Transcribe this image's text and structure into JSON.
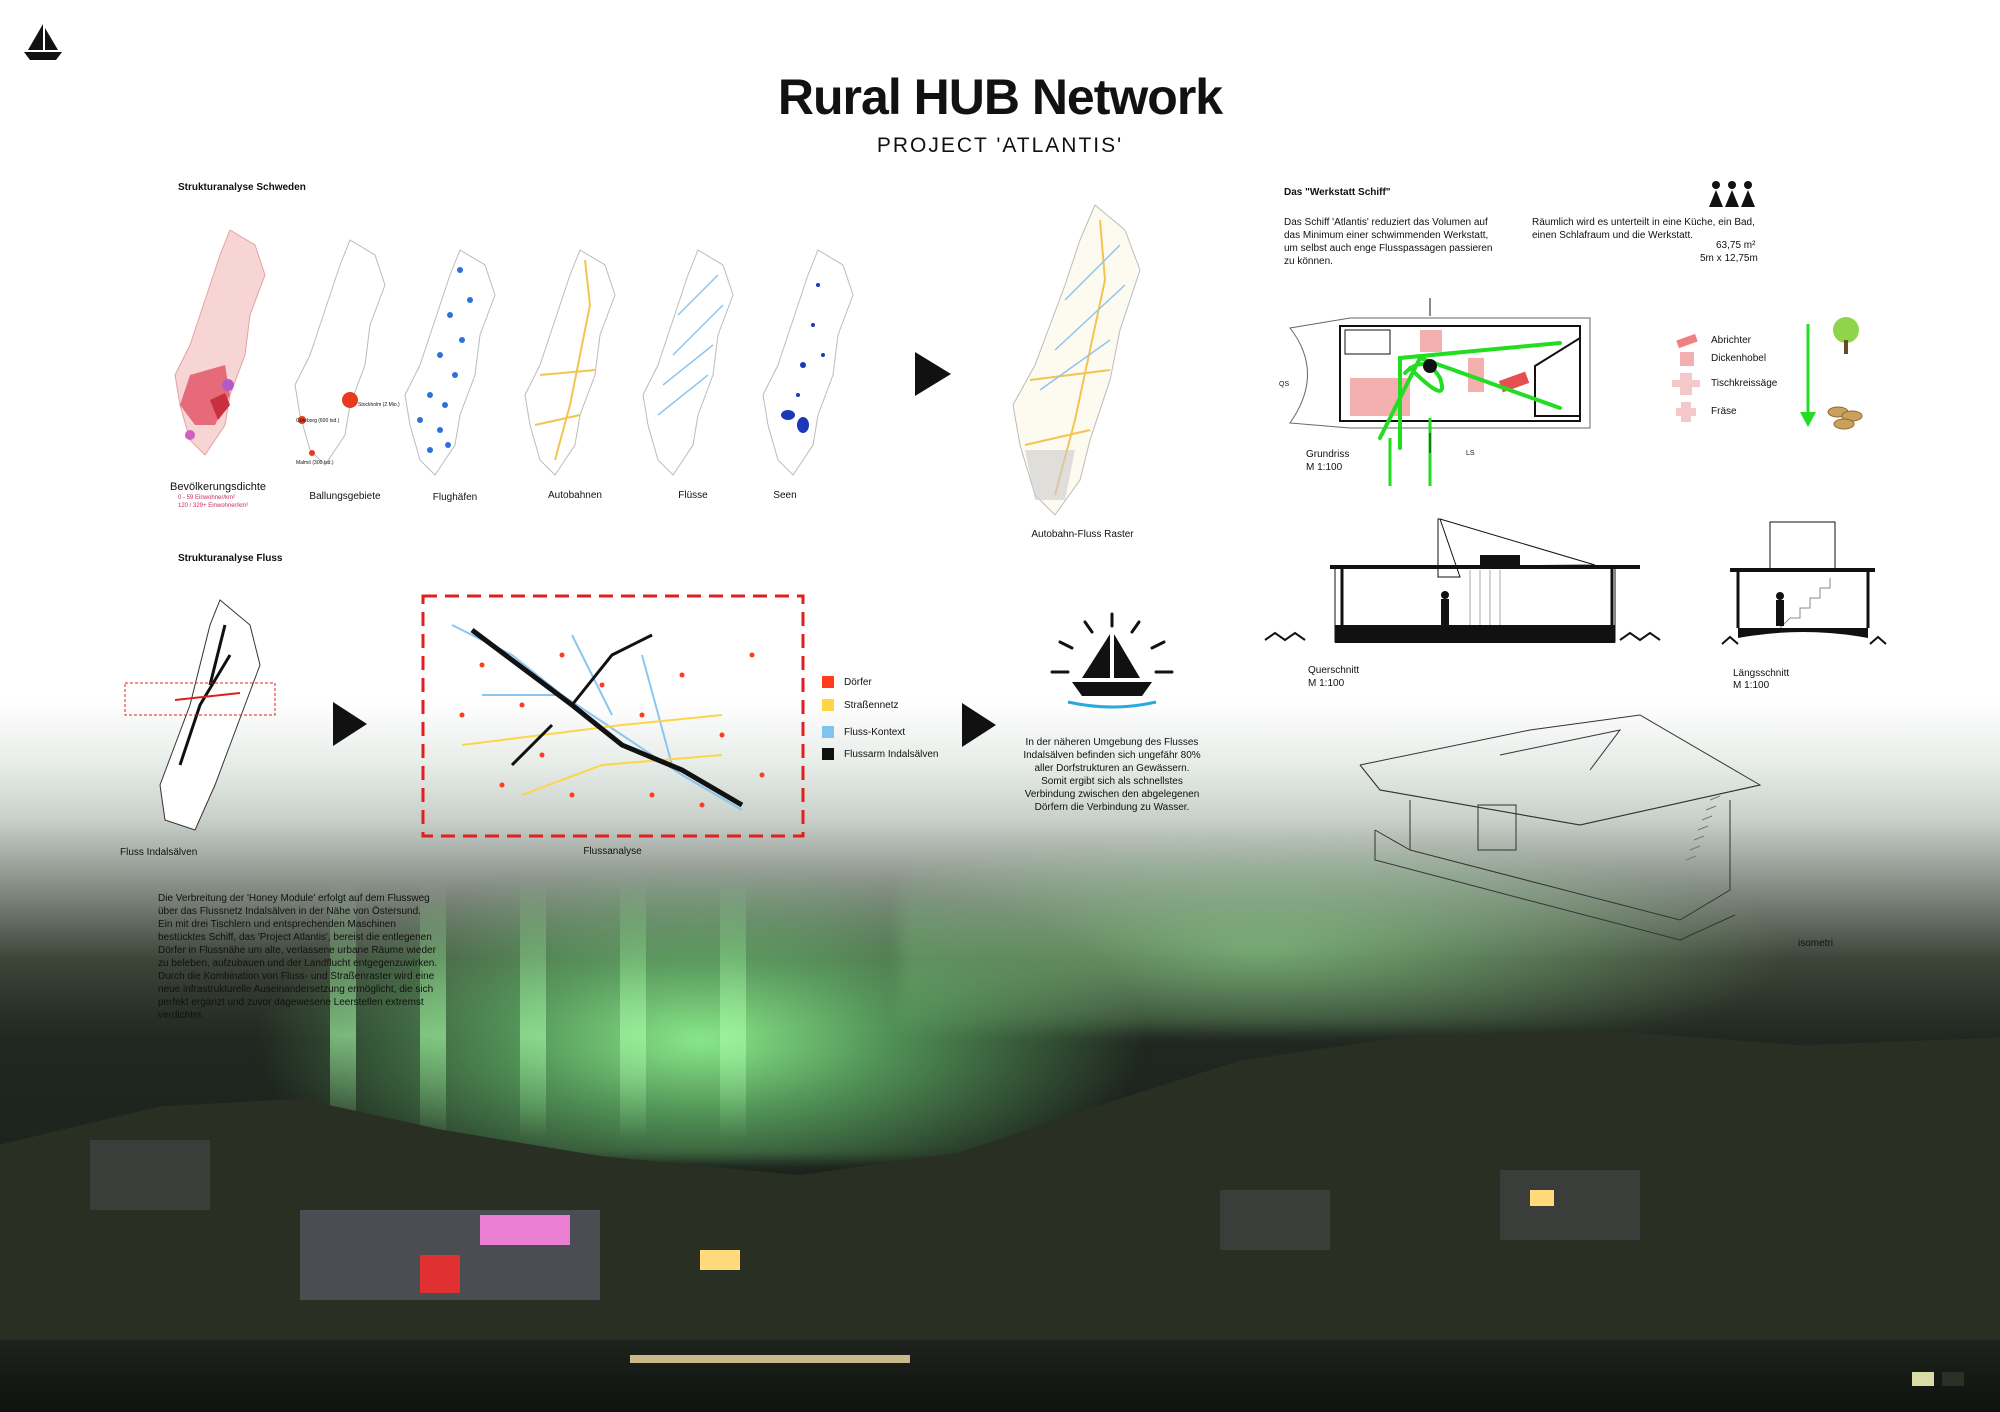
{
  "poster": {
    "title": "Rural HUB Network",
    "subtitle": "PROJECT 'ATLANTIS'"
  },
  "sweden_analysis": {
    "heading": "Strukturanalyse Schweden",
    "maps": [
      {
        "label": "Bevölkerungsdichte"
      },
      {
        "label": "Ballungsgebiete"
      },
      {
        "label": "Flughäfen"
      },
      {
        "label": "Autobahnen"
      },
      {
        "label": "Flüsse"
      },
      {
        "label": "Seen"
      }
    ],
    "density_legend": [
      "0 - 59 Einwohner/km²",
      "120 / 329+ Einwohner/km²"
    ],
    "city_labels": [
      "Stockholm (2 Mio.)",
      "Göteborg (600 tsd.)",
      "Malmö (300 tsd.)"
    ],
    "result_caption": "Autobahn-Fluss Raster"
  },
  "river_analysis": {
    "heading": "Strukturanalyse Fluss",
    "river_caption": "Fluss Indalsälven",
    "analysis_caption": "Flussanalyse",
    "legend": [
      {
        "label": "Dörfer",
        "color": "#ff3b1a"
      },
      {
        "label": "Straßennetz",
        "color": "#ffd447"
      },
      {
        "label": "Fluss-Kontext",
        "color": "#7fc3ef"
      },
      {
        "label": "Flussarm Indalsälven",
        "color": "#111111"
      }
    ],
    "boat_text": "In der näheren Umgebung des Flusses Indalsälven befinden sich ungefähr 80% aller Dorfstrukturen an Gewässern. Somit ergibt sich als schnellstes Verbindung zwischen den abgelegenen Dörfern die Verbindung zu Wasser."
  },
  "description": "Die Verbreitung der 'Honey Module' erfolgt auf dem Flussweg über das Flussnetz Indalsälven in der Nähe von Östersund. Ein mit drei Tischlern und entsprechenden Maschinen bestücktes Schiff, das 'Project Atlantis', bereist die entlegenen Dörfer in Flussnähe um alte, verlassene urbane Räume wieder zu beleben, aufzubauen und der Landflucht entgegenzuwirken. Durch die Kombination von Fluss- und Straßenraster wird eine neue infrastrukturelle Auseinandersetzung ermöglicht, die sich perfekt ergänzt und zuvor dagewesene Leerstellen extremst verdichtet.",
  "werkstatt": {
    "heading": "Das \"Werkstatt Schiff\"",
    "text_left": "Das Schiff 'Atlantis' reduziert das Volumen auf das Minimum einer schwimmenden Werkstatt, um selbst auch enge Flusspassagen passieren zu können.",
    "text_right": "Räumlich wird es unterteilt in eine Küche, ein Bad, einen Schlafraum und die Werkstatt.",
    "area": "63,75 m²",
    "dimensions": "5m x 12,75m",
    "people_icon": "three-people-icon",
    "machines": [
      "Abrichter",
      "Dickenhobel",
      "Tischkreissäge",
      "Fräse"
    ],
    "plan_caption": "Grundriss",
    "plan_scale": "M 1:100",
    "section_qs_marker": "QS",
    "section_ls_marker": "LS",
    "querschnitt_caption": "Querschnitt",
    "querschnitt_scale": "M 1:100",
    "laengsschnitt_caption": "Längsschnitt",
    "laengsschnitt_scale": "M 1:100",
    "isometry_caption": "isometri"
  },
  "colors": {
    "accent_green": "#22dd22",
    "pink": "#f4b0b0",
    "red_dash": "#e02020",
    "swatch_corner": "#d9dca4"
  }
}
